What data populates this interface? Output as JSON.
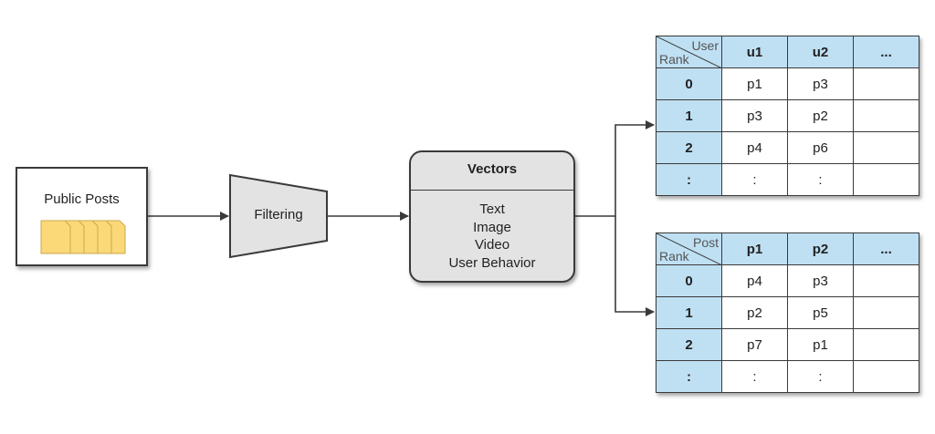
{
  "public_posts": {
    "label": "Public Posts",
    "icon": "document-stack-icon",
    "icon_color": "#fbd978"
  },
  "filtering": {
    "label": "Filtering"
  },
  "vectors": {
    "title": "Vectors",
    "items": [
      "Text",
      "Image",
      "Video",
      "User Behavior"
    ]
  },
  "user_table": {
    "corner_top": "User",
    "corner_bottom": "Rank",
    "columns": [
      "u1",
      "u2",
      "..."
    ],
    "rows": [
      {
        "rank": "0",
        "cells": [
          "p1",
          "p3",
          ""
        ]
      },
      {
        "rank": "1",
        "cells": [
          "p3",
          "p2",
          ""
        ]
      },
      {
        "rank": "2",
        "cells": [
          "p4",
          "p6",
          ""
        ]
      },
      {
        "rank": ":",
        "cells": [
          ":",
          ":",
          ""
        ]
      }
    ]
  },
  "post_table": {
    "corner_top": "Post",
    "corner_bottom": "Rank",
    "columns": [
      "p1",
      "p2",
      "..."
    ],
    "rows": [
      {
        "rank": "0",
        "cells": [
          "p4",
          "p3",
          ""
        ]
      },
      {
        "rank": "1",
        "cells": [
          "p2",
          "p5",
          ""
        ]
      },
      {
        "rank": "2",
        "cells": [
          "p7",
          "p1",
          ""
        ]
      },
      {
        "rank": ":",
        "cells": [
          ":",
          ":",
          ""
        ]
      }
    ]
  },
  "colors": {
    "header_fill": "#bfe0f3",
    "node_fill": "#e3e3e3",
    "stroke": "#3a3a3a"
  }
}
